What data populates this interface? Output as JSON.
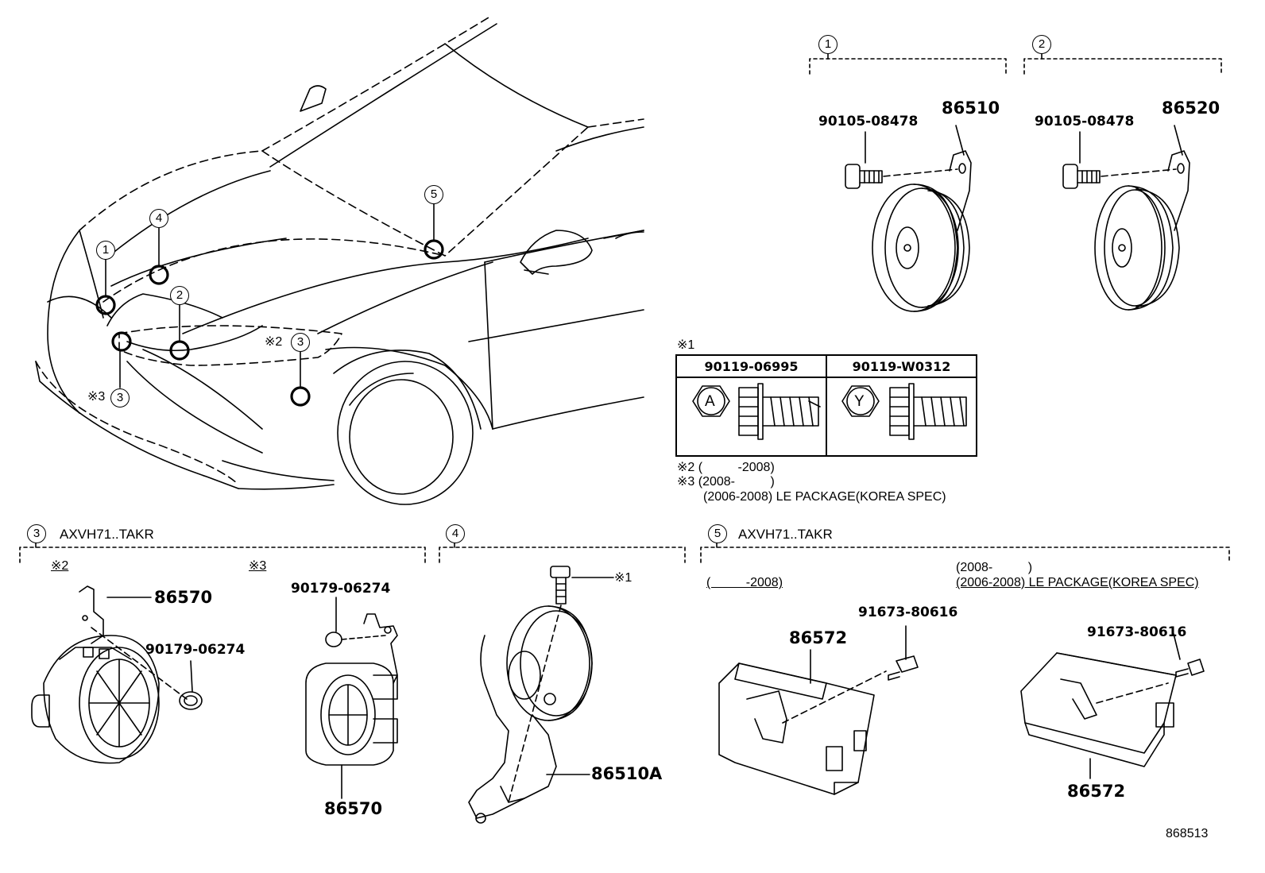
{
  "diagram_id": "868513",
  "callouts": {
    "c1": "1",
    "c2": "2",
    "c3a": "3",
    "c3b": "3",
    "c4": "4",
    "c5": "5"
  },
  "car_notes": {
    "n2": "※2",
    "n3": "※3"
  },
  "section1": {
    "circle": "1",
    "bolt": "90105-08478",
    "horn": "86510"
  },
  "section2": {
    "circle": "2",
    "bolt": "90105-08478",
    "horn": "86520"
  },
  "fastener_table": {
    "note": "※1",
    "col1": {
      "part": "90119-06995",
      "mark": "A"
    },
    "col2": {
      "part": "90119-W0312",
      "mark": "Y"
    }
  },
  "legend": {
    "l1": "※2 (          -2008)",
    "l2": "※3 (2008-          )",
    "l3": "(2006-2008) LE PACKAGE(KOREA SPEC)"
  },
  "section3": {
    "circle": "3",
    "title": "AXVH71..TAKR",
    "note_left": "※2",
    "note_right": "※3",
    "siren_left": "86570",
    "clip_left": "90179-06274",
    "clip_right": "90179-06274",
    "siren_right": "86570"
  },
  "section4": {
    "circle": "4",
    "bolt_note": "※1",
    "horn": "86510A"
  },
  "section5": {
    "circle": "5",
    "title": "AXVH71..TAKR",
    "range_left": "(          -2008)",
    "range_right_1": "(2008-          )",
    "range_right_2": "(2006-2008) LE PACKAGE(KOREA SPEC)",
    "ecu_left": "86572",
    "bolt_left": "91673-80616",
    "bolt_right": "91673-80616",
    "ecu_right": "86572"
  }
}
